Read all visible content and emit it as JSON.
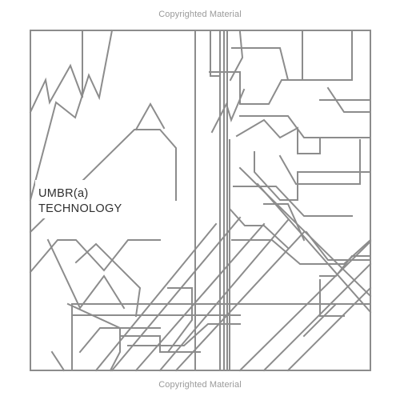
{
  "watermark": {
    "top": "Copyrighted Material",
    "bottom": "Copyrighted Material"
  },
  "cover": {
    "title_line1": "UMBR(a)",
    "title_line2": "TECHNOLOGY",
    "line_color": "#8c8c8c",
    "text_color": "#2f2f2f"
  }
}
